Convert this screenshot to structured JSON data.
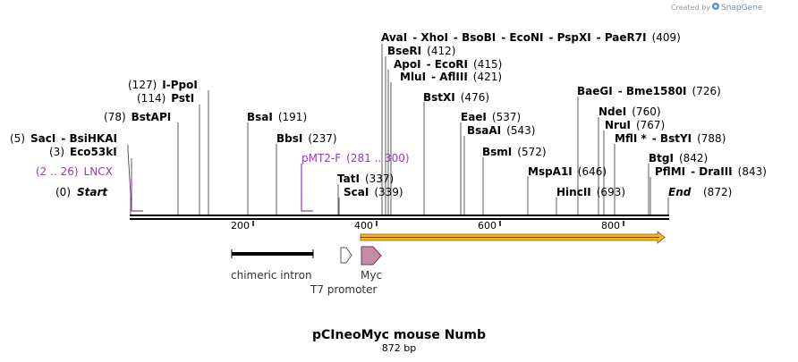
{
  "title": "pCIneoMyc mouse Numb",
  "length_label": "872 bp",
  "credit": {
    "text": "Created by",
    "brand": "SnapGene"
  },
  "ends": {
    "start_label": "Start",
    "start_pos": "(0)",
    "end_label": "End",
    "end_pos": "(872)"
  },
  "ruler": {
    "ticks": [
      "200",
      "400",
      "600",
      "800"
    ]
  },
  "sites": [
    {
      "parts": [
        [
          "(5)",
          "pos"
        ],
        [
          "SacI",
          "enz"
        ],
        [
          "- BsiHKAI",
          "enz"
        ]
      ]
    },
    {
      "parts": [
        [
          "(3)",
          "pos"
        ],
        [
          "Eco53kI",
          "enz"
        ]
      ]
    },
    {
      "parts": [
        [
          "(78)",
          "pos"
        ],
        [
          "BstAPI",
          "enz"
        ]
      ]
    },
    {
      "parts": [
        [
          "(114)",
          "pos"
        ],
        [
          "PstI",
          "enz"
        ]
      ]
    },
    {
      "parts": [
        [
          "(127)",
          "pos"
        ],
        [
          "I-PpoI",
          "enz"
        ]
      ]
    },
    {
      "parts": [
        [
          "BsaI",
          "enz"
        ],
        [
          "(191)",
          "pos"
        ]
      ]
    },
    {
      "parts": [
        [
          "BbsI",
          "enz"
        ],
        [
          "(237)",
          "pos"
        ]
      ]
    },
    {
      "parts": [
        [
          "TatI",
          "enz"
        ],
        [
          "(337)",
          "pos"
        ]
      ]
    },
    {
      "parts": [
        [
          "ScaI",
          "enz"
        ],
        [
          "(339)",
          "pos"
        ]
      ]
    },
    {
      "parts": [
        [
          "AvaI",
          "enz"
        ],
        [
          "- XhoI",
          "enz"
        ],
        [
          "- BsoBI",
          "enz"
        ],
        [
          "- EcoNI",
          "enz"
        ],
        [
          "- PspXI",
          "enz"
        ],
        [
          "- PaeR7I",
          "enz"
        ],
        [
          "(409)",
          "pos"
        ]
      ]
    },
    {
      "parts": [
        [
          "BseRI",
          "enz"
        ],
        [
          "(412)",
          "pos"
        ]
      ]
    },
    {
      "parts": [
        [
          "ApoI",
          "enz"
        ],
        [
          "- EcoRI",
          "enz"
        ],
        [
          "(415)",
          "pos"
        ]
      ]
    },
    {
      "parts": [
        [
          "MluI",
          "enz"
        ],
        [
          "- AflIII",
          "enz"
        ],
        [
          "(421)",
          "pos"
        ]
      ]
    },
    {
      "parts": [
        [
          "BstXI",
          "enz"
        ],
        [
          "(476)",
          "pos"
        ]
      ]
    },
    {
      "parts": [
        [
          "EaeI",
          "enz"
        ],
        [
          "(537)",
          "pos"
        ]
      ]
    },
    {
      "parts": [
        [
          "BsaAI",
          "enz"
        ],
        [
          "(543)",
          "pos"
        ]
      ]
    },
    {
      "parts": [
        [
          "BsmI",
          "enz"
        ],
        [
          "(572)",
          "pos"
        ]
      ]
    },
    {
      "parts": [
        [
          "MspA1I",
          "enz"
        ],
        [
          "(646)",
          "pos"
        ]
      ]
    },
    {
      "parts": [
        [
          "HincII",
          "enz"
        ],
        [
          "(693)",
          "pos"
        ]
      ]
    },
    {
      "parts": [
        [
          "BaeGI",
          "enz"
        ],
        [
          "- Bme1580I",
          "enz"
        ],
        [
          "(726)",
          "pos"
        ]
      ]
    },
    {
      "parts": [
        [
          "NdeI",
          "enz"
        ],
        [
          "(760)",
          "pos"
        ]
      ]
    },
    {
      "parts": [
        [
          "NruI",
          "enz"
        ],
        [
          "(767)",
          "pos"
        ]
      ]
    },
    {
      "parts": [
        [
          "MflI *",
          "enz"
        ],
        [
          "- BstYI",
          "enz"
        ],
        [
          "(788)",
          "pos"
        ]
      ]
    },
    {
      "parts": [
        [
          "BtgI",
          "enz"
        ],
        [
          "(842)",
          "pos"
        ]
      ]
    },
    {
      "parts": [
        [
          "PflMI",
          "enz"
        ],
        [
          "- DraIII",
          "enz"
        ],
        [
          "(843)",
          "pos"
        ]
      ]
    }
  ],
  "primers": [
    {
      "parts": [
        [
          "(2 .. 26)",
          "prim"
        ],
        [
          "LNCX",
          "prim"
        ]
      ]
    },
    {
      "parts": [
        [
          "pMT2-F",
          "prim"
        ],
        [
          "(281 .. 300)",
          "prim"
        ]
      ]
    }
  ],
  "features": {
    "chimeric_intron": "chimeric intron",
    "t7_promoter": "T7 promoter",
    "myc": "Myc"
  },
  "colors": {
    "primer": "#9b37c8",
    "orf_fill": "#f0b429",
    "orf_stroke": "#8a5a00",
    "myc_fill": "#c88aa6",
    "backbone": "#000000"
  }
}
